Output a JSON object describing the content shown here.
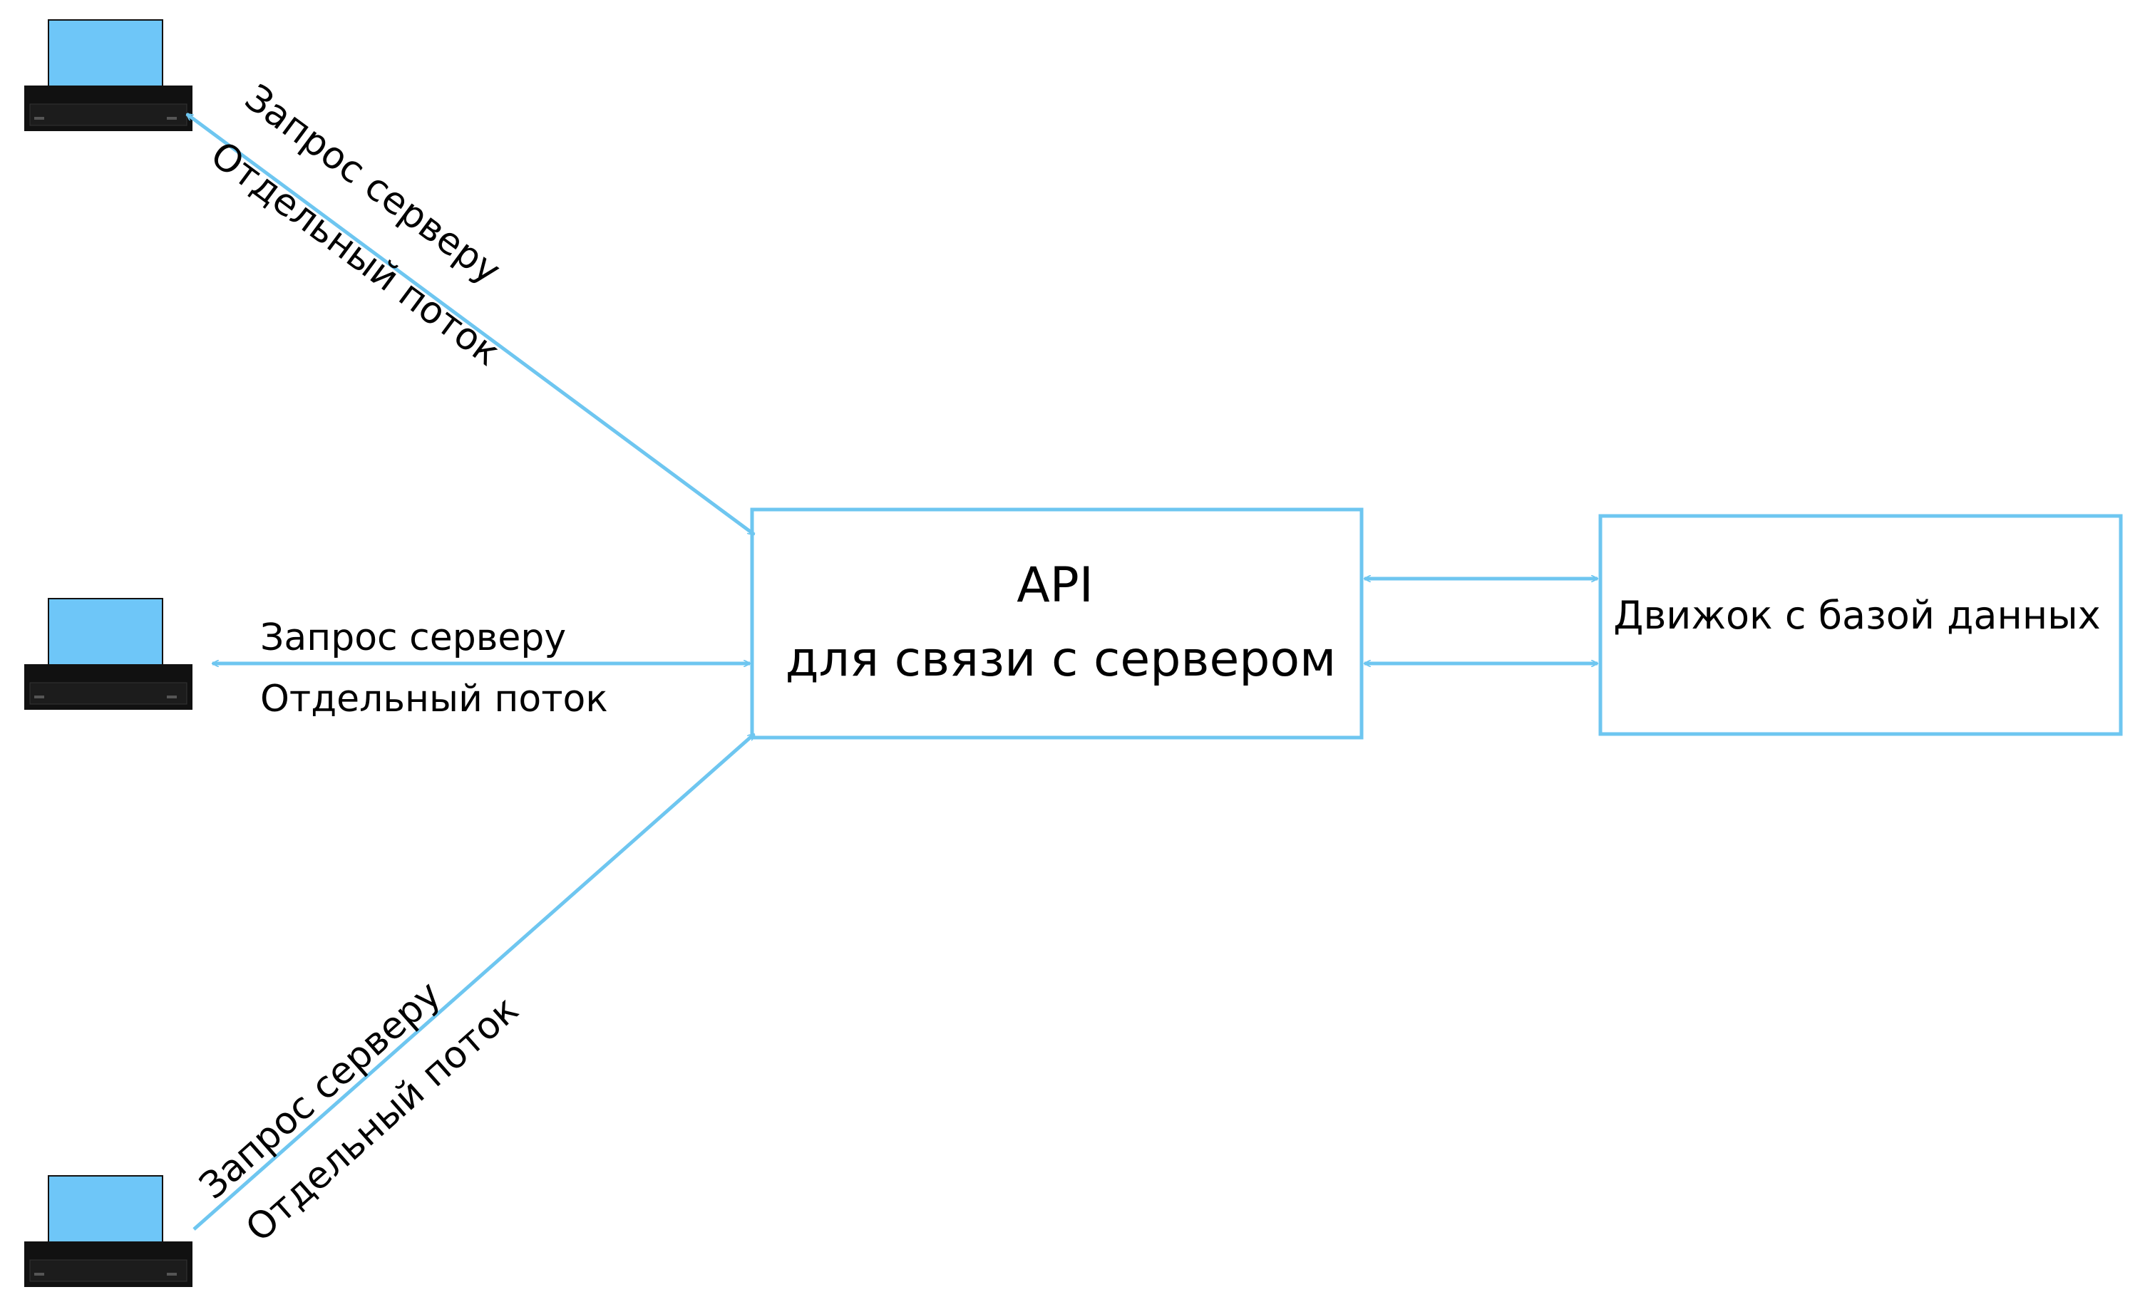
{
  "diagram": {
    "api_box": {
      "title": "API",
      "subtitle": "для связи с сервером"
    },
    "db_box": {
      "label": "Движок с базой данных"
    },
    "client_top": {
      "label_request": "Запрос серверу",
      "label_thread": "Отдельный поток"
    },
    "client_middle": {
      "label_request": "Запрос серверу",
      "label_thread": "Отдельный поток"
    },
    "client_bottom": {
      "label_request": "Запрос серверу",
      "label_thread": "Отдельный поток"
    }
  },
  "colors": {
    "line": "#6ec6f0",
    "screen": "#6ec6f8",
    "device_base": "#111111",
    "text": "#000000"
  },
  "icons": {
    "client": "laptop-icon"
  }
}
